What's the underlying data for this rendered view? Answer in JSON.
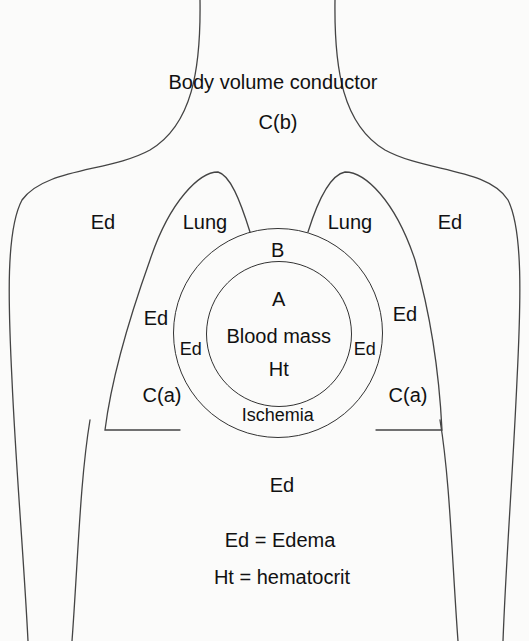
{
  "diagram": {
    "nodes": [
      {
        "text": [
          "B",
          "Ed",
          "Ed",
          "Ischemia"
        ]
      },
      {
        "text": [
          "A",
          "Blood mass",
          "Ht"
        ],
        "in": 0
      }
    ],
    "labels": [
      "Body volume conductor",
      "C(b)",
      "Ed",
      "Lung",
      "Lung",
      "Ed",
      "Ed",
      "Ed",
      "C(a)",
      "C(a)",
      "Ed",
      "Ed = Edema",
      "Ht = hematocrit"
    ]
  }
}
